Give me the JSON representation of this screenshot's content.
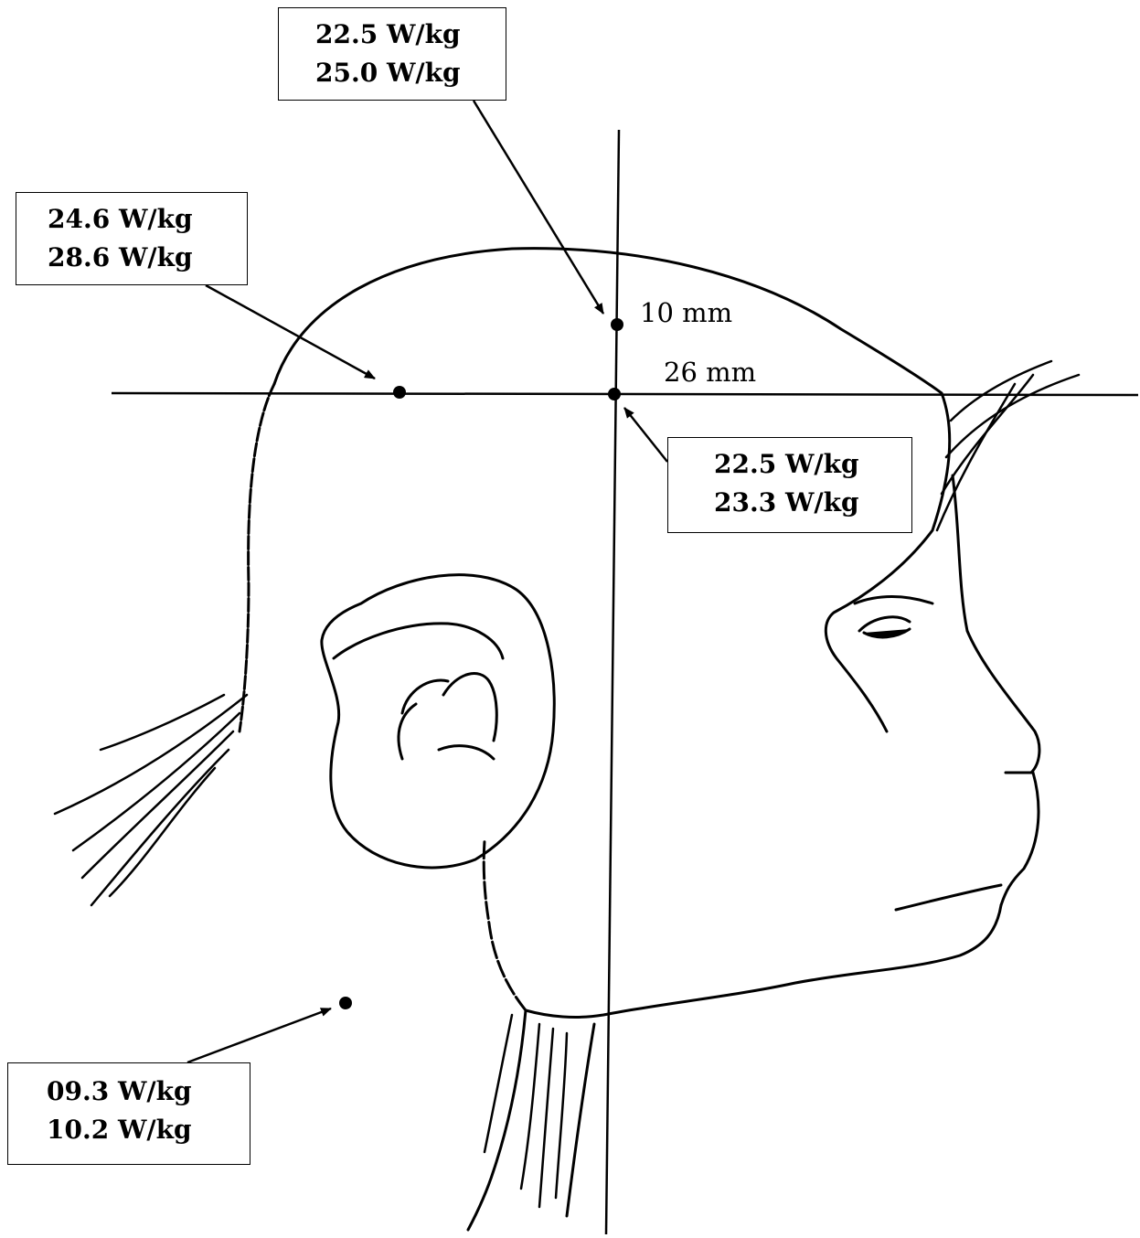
{
  "labels": {
    "top": {
      "line1": "22.5 W/kg",
      "line2": "25.0 W/kg"
    },
    "upper_left": {
      "line1": "24.6 W/kg",
      "line2": "28.6 W/kg"
    },
    "center_right": {
      "line1": "22.5 W/kg",
      "line2": "23.3 W/kg"
    },
    "lower_left": {
      "line1": "09.3 W/kg",
      "line2": "10.2 W/kg"
    }
  },
  "measurements": {
    "vertical": "10 mm",
    "horizontal": "26 mm"
  },
  "colors": {
    "ink": "#000000",
    "paper": "#ffffff"
  }
}
